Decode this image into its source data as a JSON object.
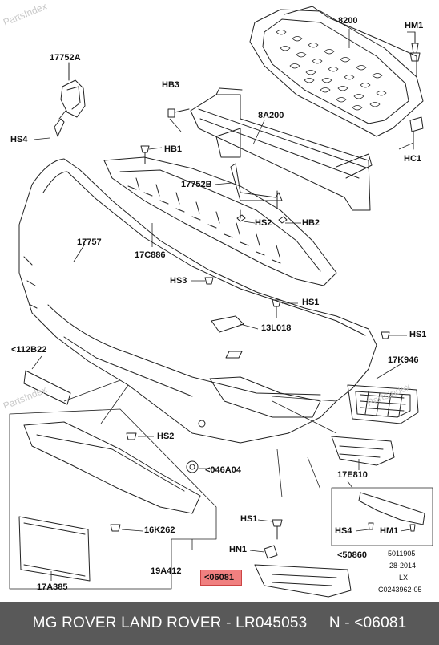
{
  "watermark": "PartsIndex",
  "labels": {
    "p8200": "8200",
    "hm1_top": "HM1",
    "p17752a": "17752A",
    "hb3": "HB3",
    "p8a200": "8A200",
    "hs4_top": "HS4",
    "hc1": "HC1",
    "hb1": "HB1",
    "p17752b": "17752B",
    "hs2_top": "HS2",
    "hb2": "HB2",
    "p17757": "17757",
    "p17c886": "17C886",
    "hs3": "HS3",
    "hs1_a": "HS1",
    "p13l018": "13L018",
    "hs1_b": "HS1",
    "p112b22": "<112B22",
    "p17k946": "17K946",
    "hs2_bot": "HS2",
    "p046a04": "<046A04",
    "p17e810": "17E810",
    "p16k262": "16K262",
    "hs1_c": "HS1",
    "hn1": "HN1",
    "hs4_bot": "HS4",
    "hm1_bot": "HM1",
    "p50860": "<50860",
    "p19a412": "19A412",
    "p17a385": "17A385",
    "p06081": "<06081"
  },
  "stamp": {
    "line1": "5011905",
    "line2": "28-2014",
    "line3": "LX",
    "line4": "C0243962-05"
  },
  "footer": {
    "text": "MG ROVER LAND ROVER - LR045053     N - <06081"
  }
}
